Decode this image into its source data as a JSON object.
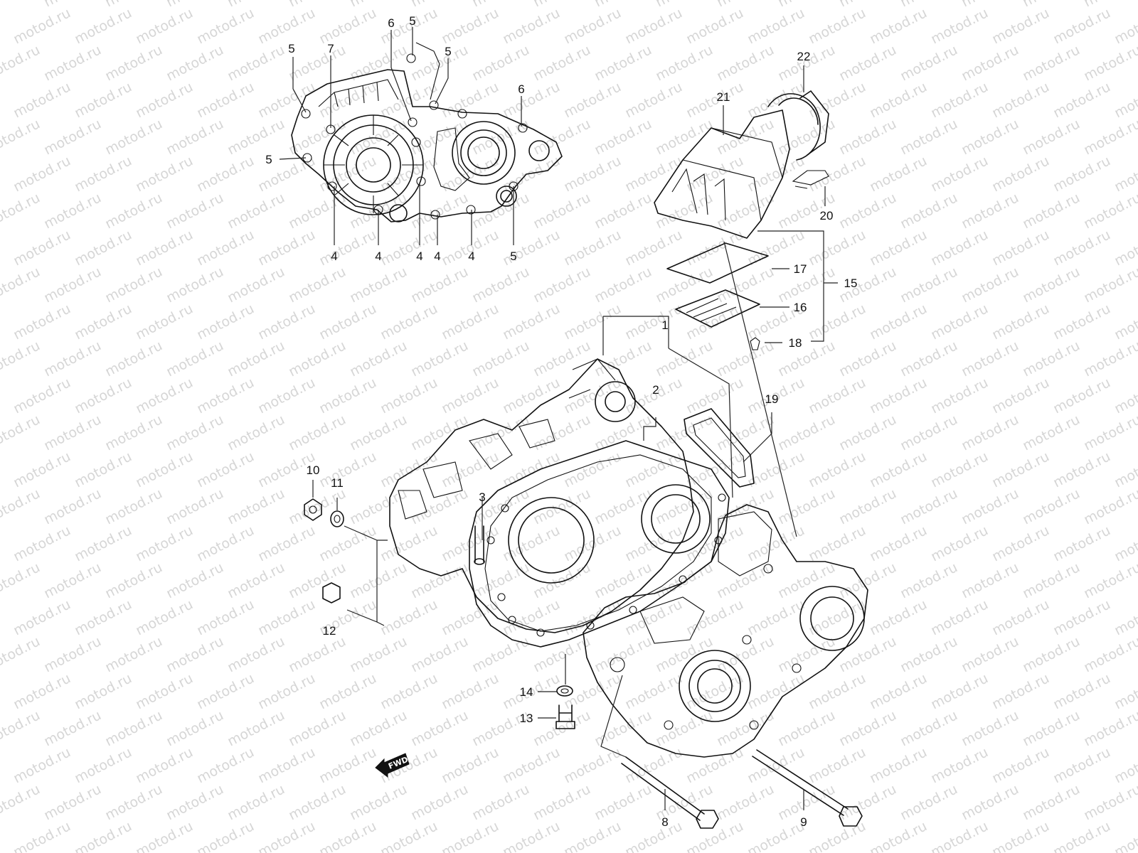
{
  "watermark": {
    "text": "motod.ru",
    "color": "#d6d6d6"
  },
  "fwd_badge": {
    "text": "FWD"
  },
  "callouts": [
    {
      "id": "c1",
      "text": "1"
    },
    {
      "id": "c2",
      "text": "2"
    },
    {
      "id": "c3",
      "text": "3"
    },
    {
      "id": "c4a",
      "text": "4"
    },
    {
      "id": "c4b",
      "text": "4"
    },
    {
      "id": "c4c",
      "text": "4"
    },
    {
      "id": "c4d",
      "text": "4"
    },
    {
      "id": "c4e",
      "text": "4"
    },
    {
      "id": "c5a",
      "text": "5"
    },
    {
      "id": "c5b",
      "text": "5"
    },
    {
      "id": "c5c",
      "text": "5"
    },
    {
      "id": "c5d",
      "text": "5"
    },
    {
      "id": "c5e",
      "text": "5"
    },
    {
      "id": "c6a",
      "text": "6"
    },
    {
      "id": "c6b",
      "text": "6"
    },
    {
      "id": "c7",
      "text": "7"
    },
    {
      "id": "c8",
      "text": "8"
    },
    {
      "id": "c9",
      "text": "9"
    },
    {
      "id": "c10",
      "text": "10"
    },
    {
      "id": "c11",
      "text": "11"
    },
    {
      "id": "c12",
      "text": "12"
    },
    {
      "id": "c13",
      "text": "13"
    },
    {
      "id": "c14",
      "text": "14"
    },
    {
      "id": "c15",
      "text": "15"
    },
    {
      "id": "c16",
      "text": "16"
    },
    {
      "id": "c17",
      "text": "17"
    },
    {
      "id": "c18",
      "text": "18"
    },
    {
      "id": "c19",
      "text": "19"
    },
    {
      "id": "c20",
      "text": "20"
    },
    {
      "id": "c21",
      "text": "21"
    },
    {
      "id": "c22",
      "text": "22"
    }
  ]
}
